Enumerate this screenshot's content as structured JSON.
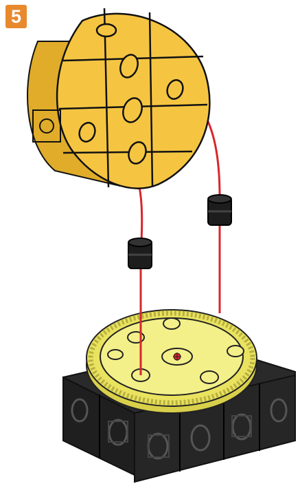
{
  "step": {
    "number": "5"
  },
  "colors": {
    "badge": "#e8892e",
    "cube_yellow": "#f5c542",
    "cube_yellow_shade": "#e0ac2a",
    "gear_yellow": "#f3f08a",
    "gear_tooth": "#e9e35f",
    "base_black": "#262626",
    "connector_black": "#1d1d1d",
    "guide_line": "#d8262d",
    "outline": "#111111"
  },
  "parts": {
    "round_block": "yellow-round-block",
    "connectors": [
      "black-connector-left",
      "black-connector-right"
    ],
    "gear": "yellow-gear-wheel",
    "base": "black-base-block"
  }
}
